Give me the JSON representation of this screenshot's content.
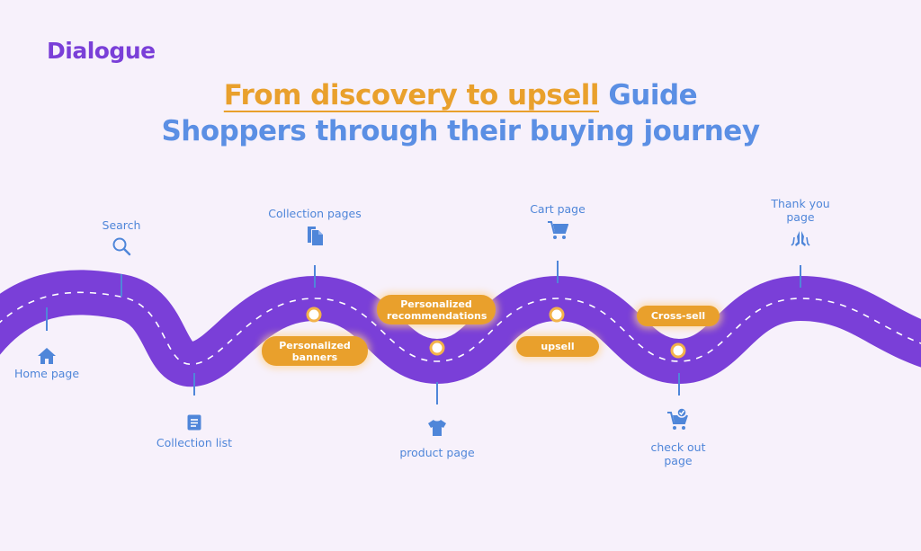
{
  "brand": {
    "logo": "Dialogue"
  },
  "headline": {
    "highlight": "From discovery to upsell",
    "line1_rest": " Guide",
    "line2": "Shoppers through their buying journey"
  },
  "steps": [
    {
      "label": "Home page",
      "icon": "home-icon"
    },
    {
      "label": "Search",
      "icon": "search-icon"
    },
    {
      "label": "Collection list",
      "icon": "list-icon"
    },
    {
      "label": "Collection pages",
      "icon": "documents-icon"
    },
    {
      "label": "product page",
      "icon": "tshirt-icon"
    },
    {
      "label": "Cart page",
      "icon": "cart-icon"
    },
    {
      "label": "check out page",
      "icon": "cart-check-icon"
    },
    {
      "label": "Thank you page",
      "icon": "praying-hands-icon"
    }
  ],
  "tags": [
    {
      "label": "Personalized banners"
    },
    {
      "label": "Personalized recommendations"
    },
    {
      "label": "upsell"
    },
    {
      "label": "Cross-sell"
    }
  ],
  "colors": {
    "road": "#7a3fd8",
    "accent": "#e9a02c",
    "label_blue": "#4f86d9",
    "brand": "#7a3fd8"
  }
}
